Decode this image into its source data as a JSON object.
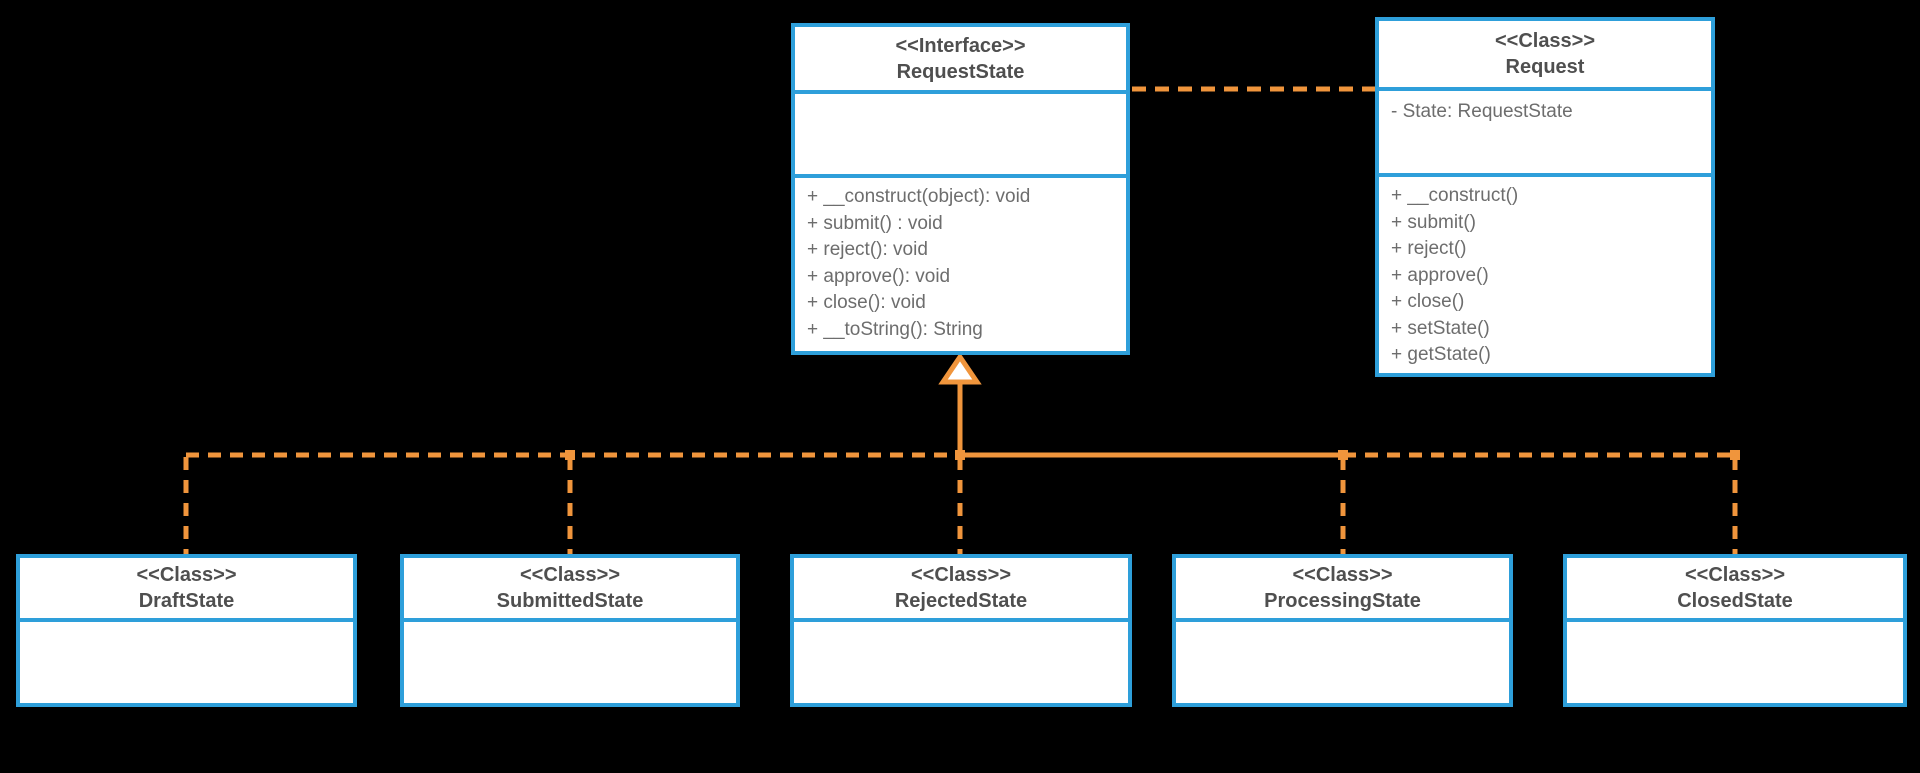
{
  "diagram": {
    "background_color": "#000000",
    "box_border_color": "#2E9FDA",
    "box_fill_color": "#FFFFFF",
    "connector_color": "#F0953C",
    "title_text_color": "#4F4F4F",
    "member_text_color": "#6D6D6D",
    "interface": {
      "stereotype": "<<Interface>>",
      "name": "RequestState",
      "methods": [
        "+ __construct(object): void",
        "+ submit() : void",
        "+ reject(): void",
        "+ approve(): void",
        "+ close(): void",
        "+ __toString(): String"
      ]
    },
    "request": {
      "stereotype": "<<Class>>",
      "name": "Request",
      "attributes": [
        "- State: RequestState"
      ],
      "methods": [
        "+ __construct()",
        "+ submit()",
        "+ reject()",
        "+ approve()",
        "+ close()",
        "+ setState()",
        "+ getState()"
      ]
    },
    "subclasses": [
      {
        "stereotype": "<<Class>>",
        "name": "DraftState"
      },
      {
        "stereotype": "<<Class>>",
        "name": "SubmittedState"
      },
      {
        "stereotype": "<<Class>>",
        "name": "RejectedState"
      },
      {
        "stereotype": "<<Class>>",
        "name": "ProcessingState"
      },
      {
        "stereotype": "<<Class>>",
        "name": "ClosedState"
      }
    ],
    "relationships": [
      "RequestState -- Request (dashed association)",
      "DraftState, SubmittedState, RejectedState, ProcessingState, ClosedState realize RequestState"
    ]
  }
}
